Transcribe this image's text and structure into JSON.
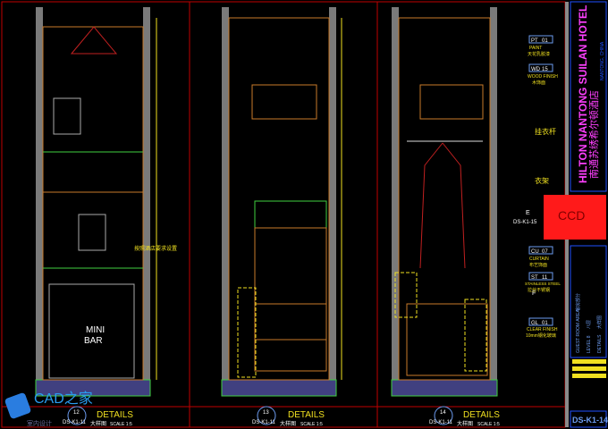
{
  "colors": {
    "background": "#000000",
    "frame": "#c00000",
    "wall": "#9a9a9a",
    "wood": "#c87a2a",
    "green": "#3fd03f",
    "yellow": "#f0e020",
    "tag": "#6d9cf0",
    "titlebar": "#ff1a1a",
    "magenta": "#ff40ff",
    "blue": "#2050ff"
  },
  "details": [
    {
      "number": "12",
      "ref": "DS-K1-11",
      "title": "DETAILS",
      "subtitle": "大样图",
      "scale": "SCALE 1:5"
    },
    {
      "number": "13",
      "ref": "DS-K1-11",
      "title": "DETAILS",
      "subtitle": "大样图",
      "scale": "SCALE 1:5"
    },
    {
      "number": "14",
      "ref": "DS-K1-11",
      "title": "DETAILS",
      "subtitle": "大样图",
      "scale": "SCALE 1:5"
    }
  ],
  "labels": {
    "minibar_line1": "MINI",
    "minibar_line2": "BAR",
    "hanger_rod": "挂衣杆",
    "hanger": "衣架",
    "note_left": "按照酒店要求设置",
    "callout_e": "E",
    "callout_f": "F",
    "callout_ref": "DS-K1-15"
  },
  "tags": [
    {
      "code": "PT",
      "num": "01",
      "name": "PAINT",
      "cn": "天花乳胶漆"
    },
    {
      "code": "WD",
      "num": "15",
      "name": "WOOD FINISH",
      "cn": "木饰面"
    },
    {
      "code": "CU",
      "num": "07",
      "name": "CURTAIN",
      "cn": "布艺饰面"
    },
    {
      "code": "ST",
      "num": "11",
      "name": "STAINLESS STEEL",
      "cn": "拉丝不锈钢"
    },
    {
      "code": "GL",
      "num": "01",
      "name": "CLEAR FINISH",
      "cn": "10mm钢化玻璃"
    }
  ],
  "title_block": {
    "hotel_cn": "南通苏绣希尔顿酒店",
    "hotel_en": "HILTON NANTONG SUILAN HOTEL",
    "location": "NANTONG, CHINA",
    "firm": "CCD",
    "area_en": "GUEST ROOM AREA",
    "area_cn": "客房部分",
    "level_en": "LEVEL 8",
    "level_cn": "八层",
    "sheet_type_en": "DETAILS",
    "sheet_type_cn": "大样图",
    "sheet_no": "DS-K1-14"
  },
  "watermark": {
    "brand": "CAD之家",
    "sub": "室内设计"
  }
}
